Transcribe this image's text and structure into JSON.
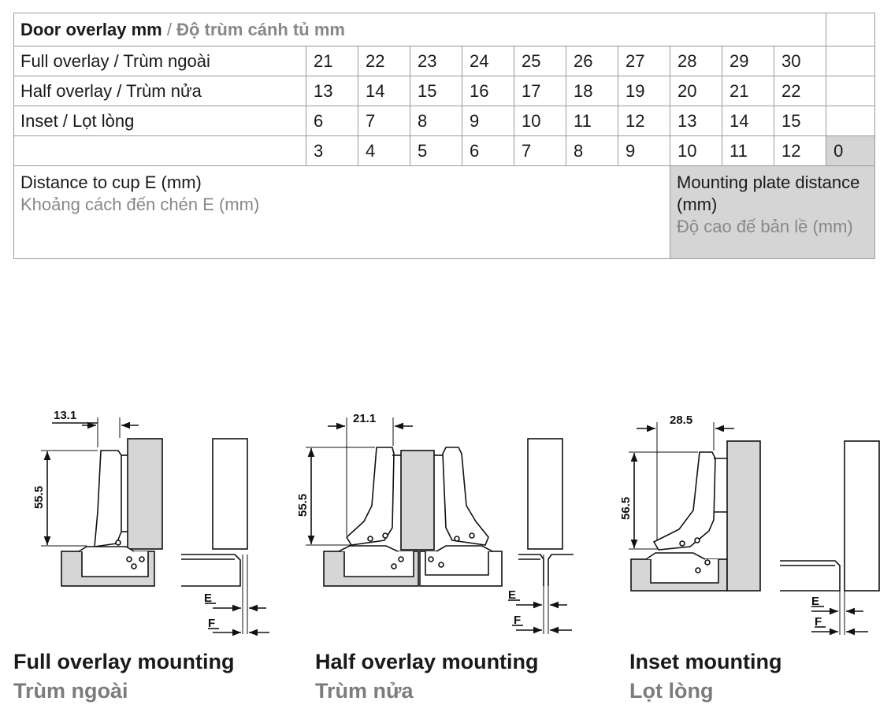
{
  "table": {
    "header_en": "Door overlay mm",
    "header_sep": " / ",
    "header_vi": "Độ trùm cánh tủ mm",
    "rows": [
      {
        "label": "Full overlay / Trùm ngoài",
        "values": [
          "21",
          "22",
          "23",
          "24",
          "25",
          "26",
          "27",
          "28",
          "29",
          "30"
        ]
      },
      {
        "label": "Half overlay / Trùm nửa",
        "values": [
          "13",
          "14",
          "15",
          "16",
          "17",
          "18",
          "19",
          "20",
          "21",
          "22"
        ]
      },
      {
        "label": "Inset / Lọt lòng",
        "values": [
          "6",
          "7",
          "8",
          "9",
          "10",
          "11",
          "12",
          "13",
          "14",
          "15"
        ]
      }
    ],
    "distance_row": {
      "values": [
        "3",
        "4",
        "5",
        "6",
        "7",
        "8",
        "9",
        "10",
        "11",
        "12"
      ],
      "plate": "0"
    },
    "footer": {
      "cup_en": "Distance to cup E (mm)",
      "cup_vi": "Khoảng cách đến chén E (mm)",
      "plate_en": "Mounting plate distance (mm)",
      "plate_vi": "Độ cao đế bản lề (mm)"
    },
    "shade_color": "#d5d5d5"
  },
  "diagrams": [
    {
      "width_dim": "13.1",
      "height_dim": "55.5",
      "label_e": "E",
      "label_f": "F"
    },
    {
      "width_dim": "21.1",
      "height_dim": "55.5",
      "label_e": "E",
      "label_f": "F"
    },
    {
      "width_dim": "28.5",
      "height_dim": "56.5",
      "label_e": "E",
      "label_f": "F"
    }
  ],
  "captions": [
    {
      "title": "Full overlay mounting",
      "subtitle": "Trùm ngoài"
    },
    {
      "title": "Half overlay mounting",
      "subtitle": "Trùm nửa"
    },
    {
      "title": "Inset mounting",
      "subtitle": "Lọt lòng"
    }
  ]
}
